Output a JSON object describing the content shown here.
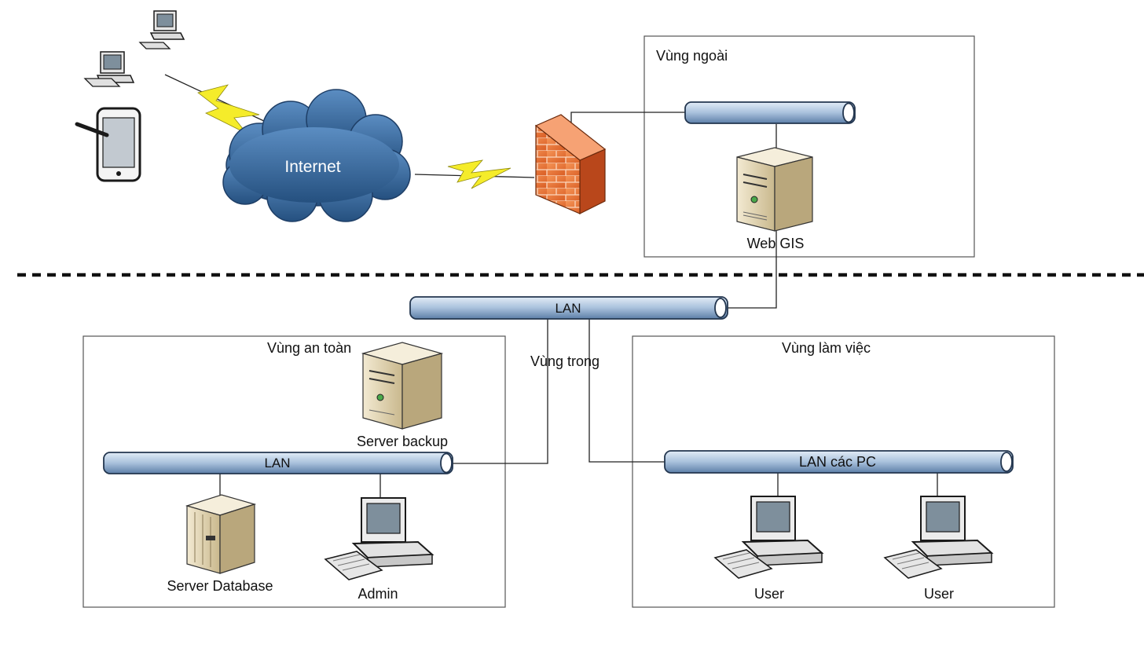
{
  "zones": {
    "outer": "Vùng ngoài",
    "inner": "Vùng trong",
    "safe": "Vùng an toàn",
    "work": "Vùng làm việc"
  },
  "cloud": {
    "label": "Internet"
  },
  "buses": {
    "main": "LAN",
    "safe": "LAN",
    "work": "LAN các PC",
    "outer": ""
  },
  "nodes": {
    "webgis": "Web GIS",
    "backup": "Server backup",
    "database": "Server Database",
    "admin": "Admin",
    "user1": "User",
    "user2": "User"
  },
  "colors": {
    "bus_fill": "#a9c1dc",
    "bus_stroke": "#23364f",
    "cloud": "#3c6ea2",
    "firewall": "#ef7a3a",
    "lightning": "#f5ec2a",
    "server_body": "#e4d7b6"
  }
}
